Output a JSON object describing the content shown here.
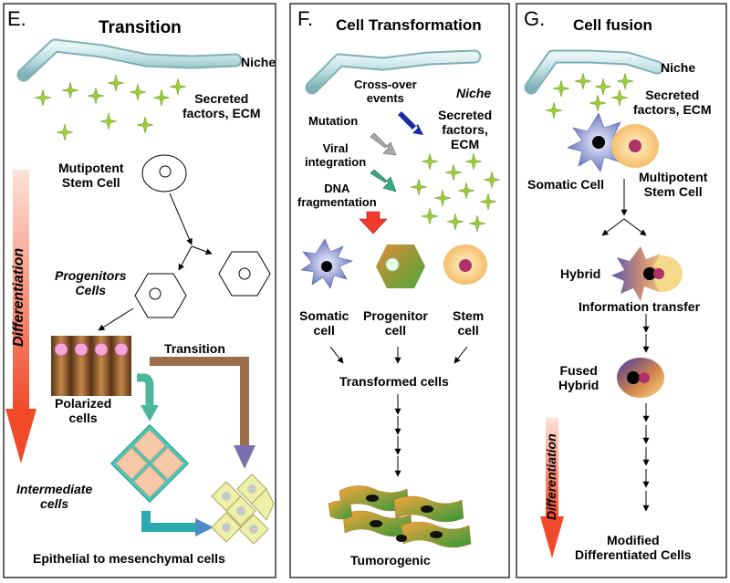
{
  "panels": {
    "e": {
      "letter": "E.",
      "title": "Transition",
      "niche": "Niche",
      "secreted": [
        "Secreted",
        "factors, ECM"
      ],
      "mutipotent": [
        "Mutipotent",
        "Stem Cell"
      ],
      "differentiation": "Differentiation",
      "progenitors": [
        "Progenitors",
        "Cells"
      ],
      "transition": "Transition",
      "polarized": [
        "Polarized",
        "cells"
      ],
      "intermediate": [
        "Intermediate",
        "cells"
      ],
      "footer": "Epithelial to mesenchymal cells"
    },
    "f": {
      "letter": "F.",
      "title": "Cell Transformation",
      "crossover": [
        "Cross-over",
        "events"
      ],
      "niche": "Niche",
      "mutation": "Mutation",
      "secreted": [
        "Secreted",
        "factors,",
        "ECM"
      ],
      "viral": [
        "Viral",
        "integration"
      ],
      "dna": [
        "DNA",
        "fragmentation"
      ],
      "somatic": [
        "Somatic",
        "cell"
      ],
      "progenitor": [
        "Progenitor",
        "cell"
      ],
      "stem": [
        "Stem",
        "cell"
      ],
      "transformed": "Transformed cells",
      "tumorogenic": "Tumorogenic"
    },
    "g": {
      "letter": "G.",
      "title": "Cell fusion",
      "niche": "Niche",
      "secreted": [
        "Secreted",
        "factors, ECM"
      ],
      "somatic": "Somatic Cell",
      "multipotent": [
        "Multipotent",
        "Stem Cell"
      ],
      "hybrid": "Hybrid",
      "info": "Information transfer",
      "fused": [
        "Fused",
        "Hybrid"
      ],
      "differentiation": "Differentiation",
      "modified": [
        "Modified",
        "Differentiated Cells"
      ]
    }
  },
  "colors": {
    "niche_fiber": "#b9dcdf",
    "star": "#9ccc3c",
    "stem_cell_fill": "#f7d98a",
    "stem_nucleus": "#b0306a",
    "somatic_spike": "#5b6fb8",
    "diff_arrow": "#f25a3c"
  }
}
